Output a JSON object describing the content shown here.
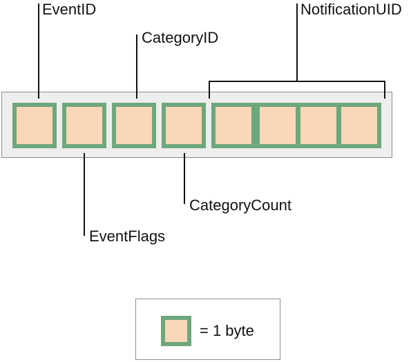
{
  "diagram": {
    "labels": {
      "event_id": "EventID",
      "category_id": "CategoryID",
      "notification_uid": "NotificationUID",
      "event_flags": "EventFlags",
      "category_count": "CategoryCount"
    },
    "byte_count": 8,
    "colors": {
      "byte_fill": "#f9d7b8",
      "byte_border": "#6ea77c",
      "panel_fill": "#eeeeee",
      "panel_border": "#8c8c8c"
    }
  },
  "legend": {
    "text": "= 1 byte"
  }
}
